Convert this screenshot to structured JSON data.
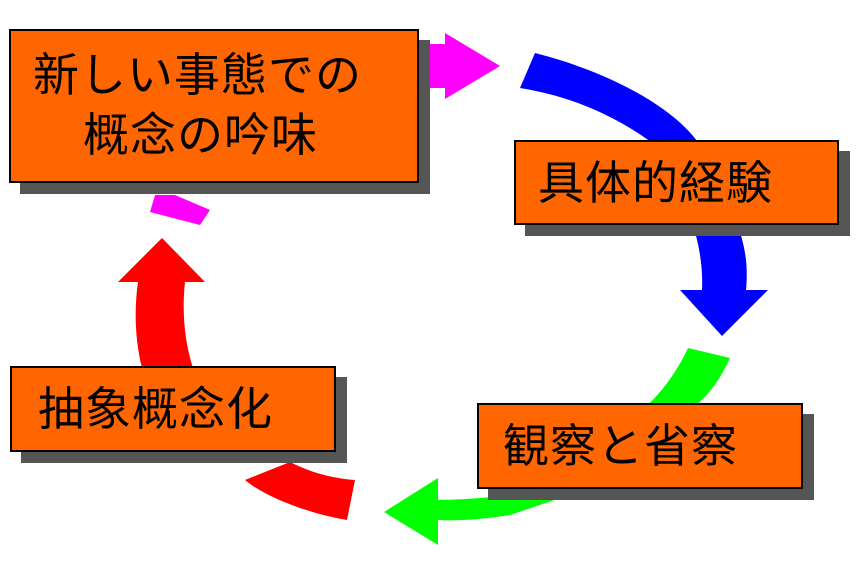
{
  "colors": {
    "box_fill": "#ff6600",
    "box_border": "#000000",
    "box_shadow": "#555555",
    "arrow_new_concept": "#ff00ff",
    "arrow_concrete_experience": "#0000ff",
    "arrow_reflective_observation": "#00ff00",
    "arrow_abstract_conceptualization": "#ff0000"
  },
  "stages": {
    "new_situation": {
      "line1": "新しい事態での",
      "line2": "概念の吟味"
    },
    "concrete_experience": {
      "label": "具体的経験"
    },
    "reflective_observation": {
      "label": "観察と省察"
    },
    "abstract_conceptualization": {
      "label": "抽象概念化"
    }
  }
}
